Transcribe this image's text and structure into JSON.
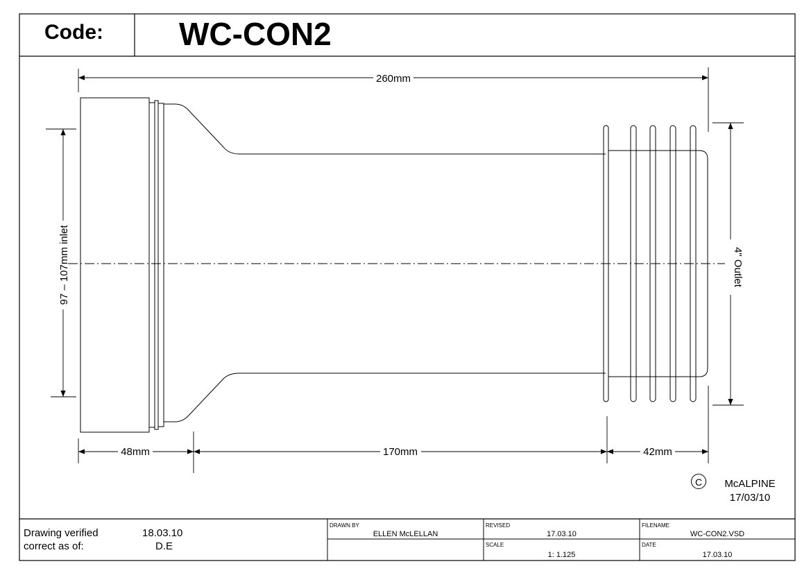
{
  "header": {
    "code_label": "Code:",
    "code_value": "WC-CON2"
  },
  "dimensions": {
    "overall": "260mm",
    "inlet": "97 – 107mm inlet",
    "outlet": "4\" Outlet",
    "inlet_length": "48mm",
    "body_length": "170mm",
    "outlet_length": "42mm"
  },
  "copyright": {
    "symbol": "C",
    "owner": "McALPINE",
    "date": "17/03/10"
  },
  "title_block": {
    "verified_line1": "Drawing verified",
    "verified_line2": "correct as of:",
    "verified_date": "18.03.10",
    "verified_initials": "D.E",
    "drawn_by_label": "DRAWN BY",
    "drawn_by_value": "ELLEN McLELLAN",
    "revised_label": "REVISED",
    "revised_value": "17.03.10",
    "scale_label": "SCALE",
    "scale_value": "1: 1.125",
    "filename_label": "FILENAME",
    "filename_value": "WC-CON2.VSD",
    "date_label": "DATE",
    "date_value": "17.03.10"
  }
}
